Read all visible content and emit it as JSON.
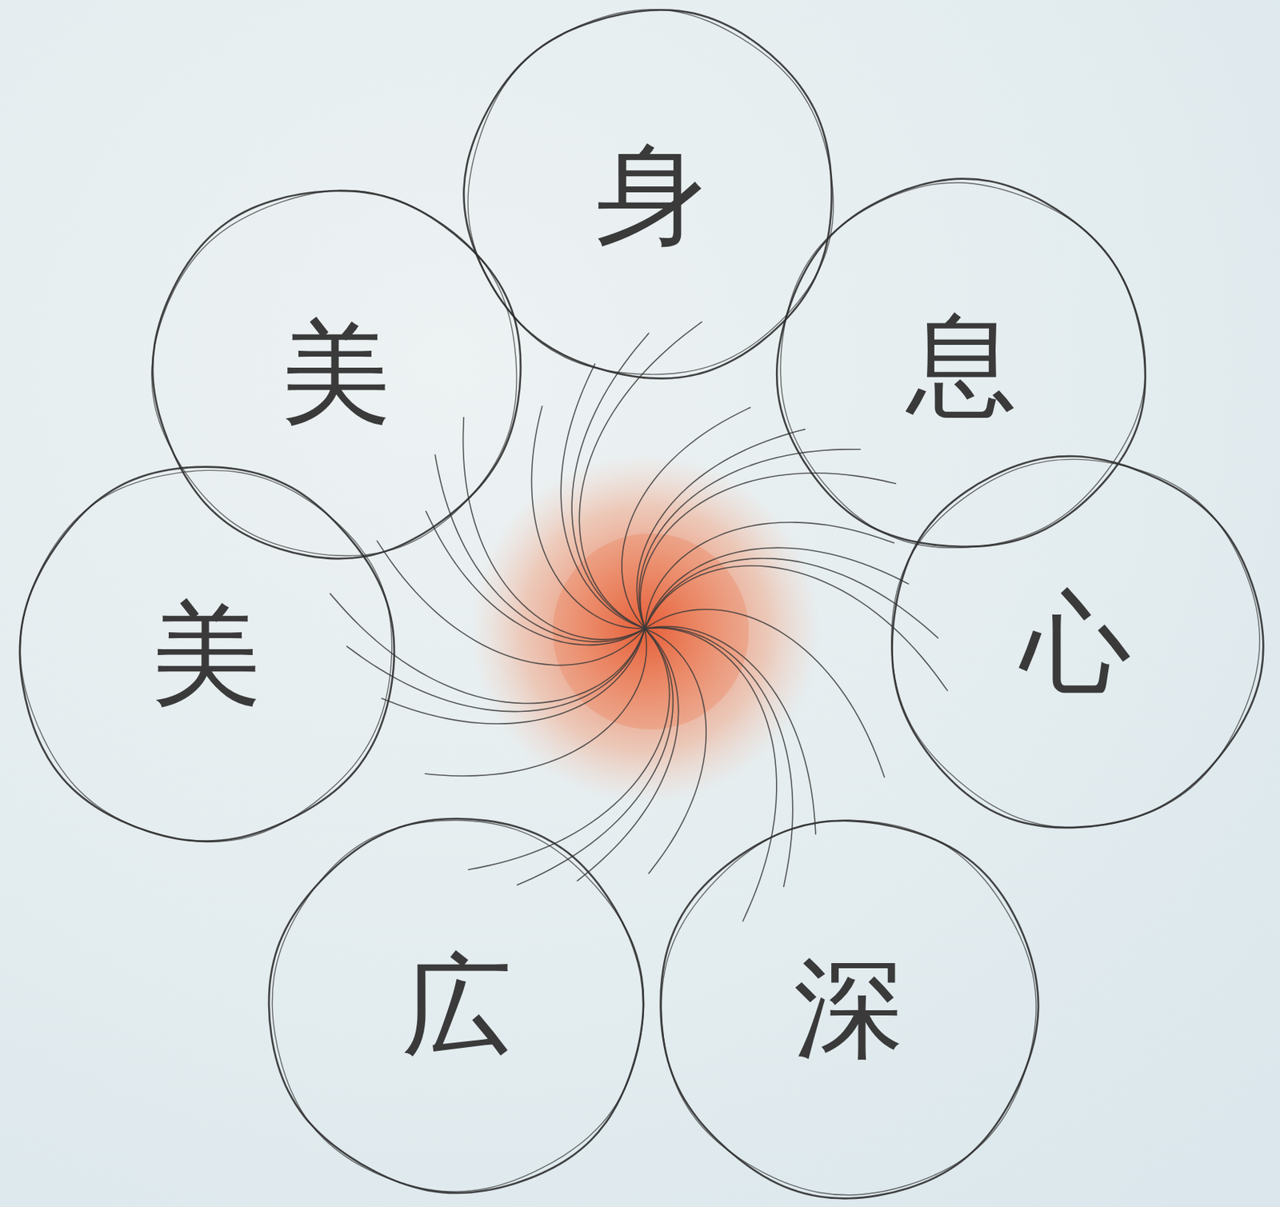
{
  "diagram": {
    "nodes": [
      {
        "text": [
          "身"
        ]
      },
      {
        "text": [
          "息"
        ]
      },
      {
        "text": [
          "心"
        ]
      },
      {
        "text": [
          "深"
        ]
      },
      {
        "text": [
          "広"
        ]
      },
      {
        "text": [
          "美"
        ]
      },
      {
        "text": [
          "美"
        ]
      }
    ]
  }
}
